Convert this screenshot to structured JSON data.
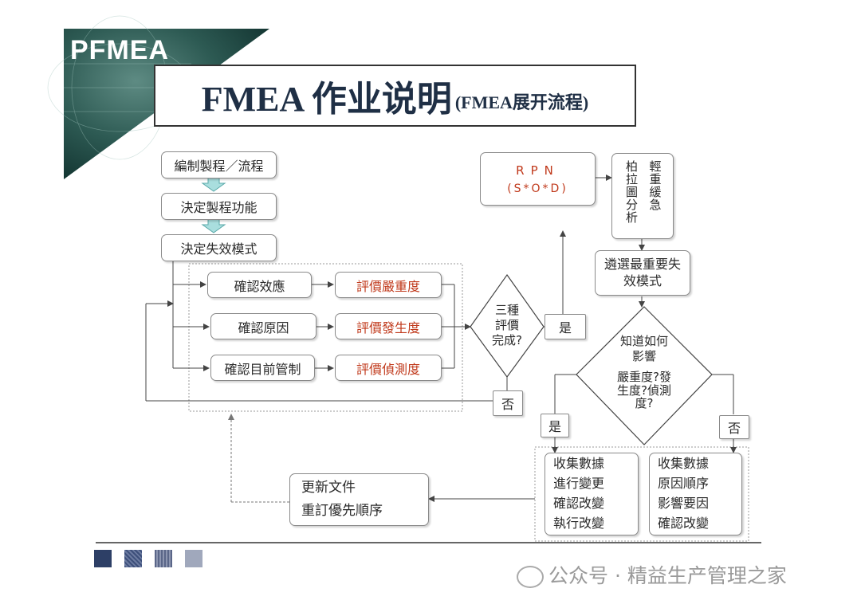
{
  "header": {
    "brand": "PFMEA",
    "title_main": "FMEA 作业说明",
    "title_sub": "(FMEA展开流程)"
  },
  "flow": {
    "step1": "編制製程／流程",
    "step2": "決定製程功能",
    "step3": "決定失效模式",
    "confirm": [
      "確認效應",
      "確認原因",
      "確認目前管制"
    ],
    "evaluate": [
      "評價嚴重度",
      "評價發生度",
      "評價偵測度"
    ],
    "decision1": "三種評價完成?",
    "yes1": "是",
    "no1": "否",
    "rpn_line1": "RPN",
    "rpn_line2": "(S*O*D)",
    "pareto": "柏拉圖分析",
    "priority": "輕重緩急",
    "select": "遴選最重要失效模式",
    "decision2_line1": "知道如何影響",
    "decision2_line2": "嚴重度?發生度?偵測度?",
    "yes2": "是",
    "no2": "否",
    "action_yes": [
      "收集數據",
      "進行變更",
      "確認改變",
      "執行改變"
    ],
    "action_no": [
      "收集數據",
      "原因順序",
      "影響要因",
      "確認改變"
    ],
    "update": [
      "更新文件",
      "重訂優先順序"
    ]
  },
  "footer": {
    "watermark": "公众号 · 精益生产管理之家",
    "colors": [
      "#2d3f66",
      "#3d4f7a",
      "#6c7594",
      "#a0a8bc"
    ]
  },
  "colors": {
    "accent": "#c0391b",
    "title": "#1f2f45",
    "corner_dark": "#0f2f2c",
    "corner_light": "#4c7a72"
  }
}
